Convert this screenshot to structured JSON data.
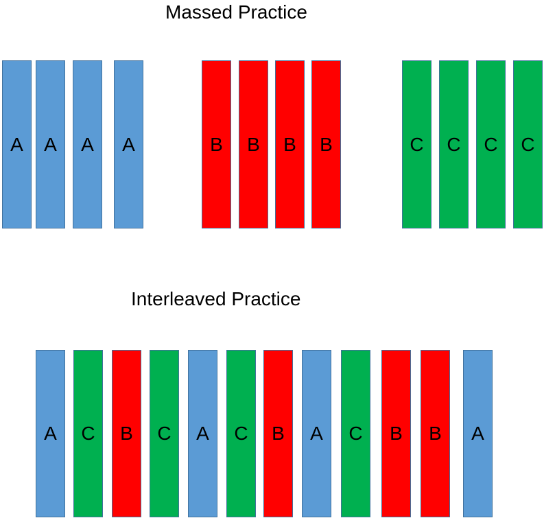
{
  "colors": {
    "A": "#5b9bd5",
    "B": "#ff0000",
    "C": "#00b050"
  },
  "massed": {
    "title": "Massed Practice",
    "groups": [
      {
        "items": [
          "A",
          "A",
          "A",
          "A"
        ]
      },
      {
        "items": [
          "B",
          "B",
          "B",
          "B"
        ]
      },
      {
        "items": [
          "C",
          "C",
          "C",
          "C"
        ]
      }
    ]
  },
  "interleaved": {
    "title": "Interleaved Practice",
    "items": [
      "A",
      "C",
      "B",
      "C",
      "A",
      "C",
      "B",
      "A",
      "C",
      "B",
      "B",
      "A"
    ]
  }
}
